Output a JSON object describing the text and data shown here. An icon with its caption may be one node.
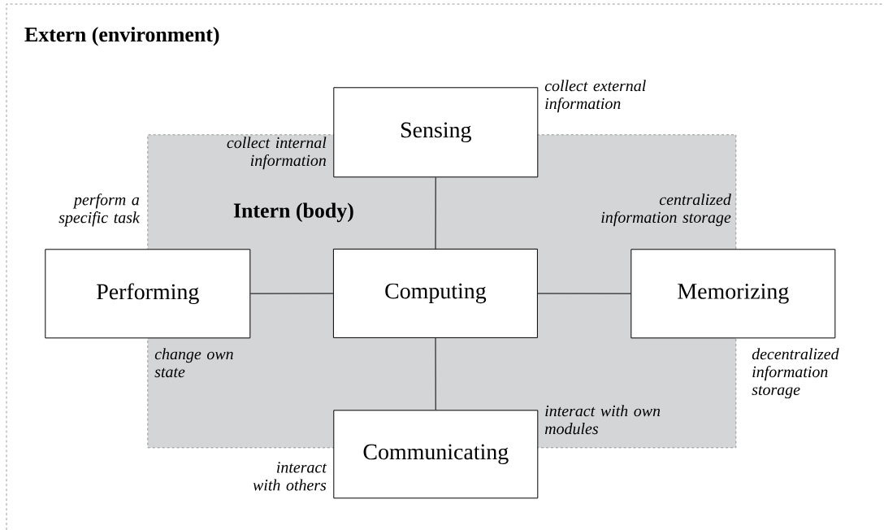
{
  "diagram": {
    "nodes": [
      {
        "text": [
          "Extern (environment)"
        ]
      },
      {
        "text": [
          "Intern (body)"
        ],
        "in": 0
      },
      {
        "text": [
          "Sensing"
        ],
        "in": 0,
        "beside": [
          "collect external information",
          "collect internal information"
        ]
      },
      {
        "text": [
          "Performing"
        ],
        "in": 0,
        "beside": [
          "perform a specific task",
          "change own state"
        ]
      },
      {
        "text": [
          "Computing"
        ],
        "in": 1
      },
      {
        "text": [
          "Memorizing"
        ],
        "in": 0,
        "beside": [
          "centralized information storage",
          "decentralized information storage"
        ]
      },
      {
        "text": [
          "Communicating"
        ],
        "in": 0,
        "beside": [
          "interact with own modules",
          "interact with others"
        ]
      }
    ],
    "edges": [
      {
        "from": 2,
        "to": 4,
        "arrow": "none"
      },
      {
        "from": 3,
        "to": 4,
        "arrow": "none"
      },
      {
        "from": 4,
        "to": 5,
        "arrow": "none"
      },
      {
        "from": 4,
        "to": 6,
        "arrow": "none"
      }
    ]
  }
}
